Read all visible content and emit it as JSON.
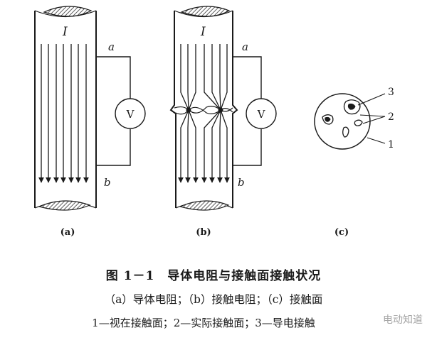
{
  "labels": {
    "current": "I",
    "terminal_a": "a",
    "terminal_b": "b",
    "voltmeter": "V",
    "panel_a": "(a)",
    "panel_b": "(b)",
    "panel_c": "(c)",
    "callout_1": "1",
    "callout_2": "2",
    "callout_3": "3"
  },
  "caption": {
    "title": "图 1－1　导体电阻与接触面接触状况",
    "subtitle": "（a）导体电阻；（b）接触电阻；（c）接触面",
    "legend": "1—视在接触面；2—实际接触面；3—导电接触"
  },
  "watermark": "电动知道"
}
